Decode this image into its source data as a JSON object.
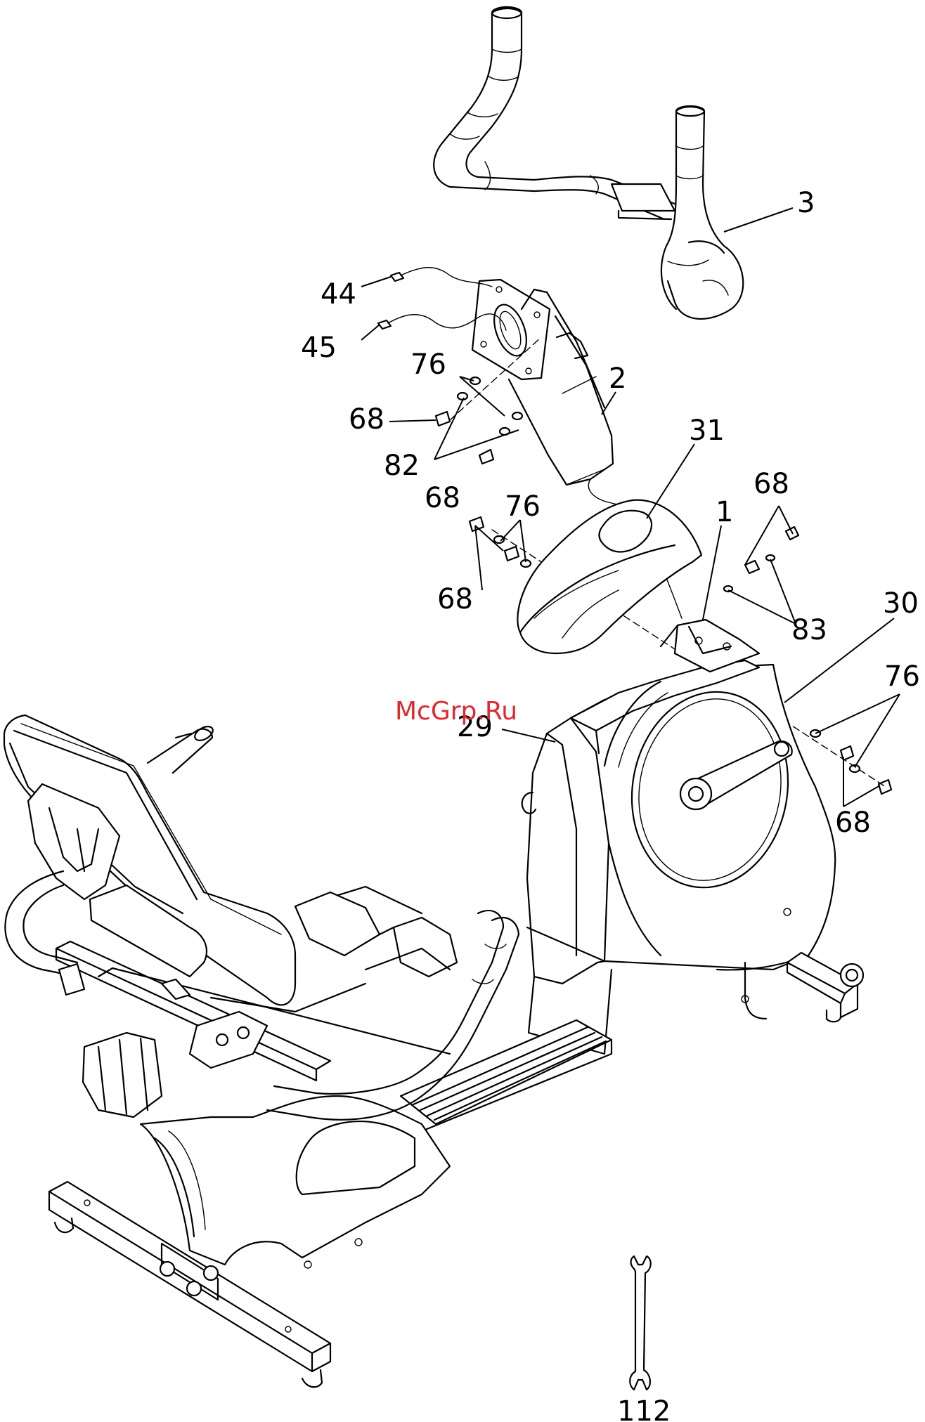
{
  "watermark": "McGrp.Ru",
  "callouts": [
    {
      "id": "c3",
      "text": "3"
    },
    {
      "id": "c44",
      "text": "44"
    },
    {
      "id": "c45",
      "text": "45"
    },
    {
      "id": "c76a",
      "text": "76"
    },
    {
      "id": "c2",
      "text": "2"
    },
    {
      "id": "c68a",
      "text": "68"
    },
    {
      "id": "c31",
      "text": "31"
    },
    {
      "id": "c82",
      "text": "82"
    },
    {
      "id": "c68b",
      "text": "68"
    },
    {
      "id": "c68c",
      "text": "68"
    },
    {
      "id": "c76b",
      "text": "76"
    },
    {
      "id": "c1",
      "text": "1"
    },
    {
      "id": "c68d",
      "text": "68"
    },
    {
      "id": "c30",
      "text": "30"
    },
    {
      "id": "c83",
      "text": "83"
    },
    {
      "id": "c76c",
      "text": "76"
    },
    {
      "id": "c29",
      "text": "29"
    },
    {
      "id": "c68e",
      "text": "68"
    },
    {
      "id": "c112",
      "text": "112"
    }
  ],
  "icons": [
    "wrench-icon"
  ]
}
